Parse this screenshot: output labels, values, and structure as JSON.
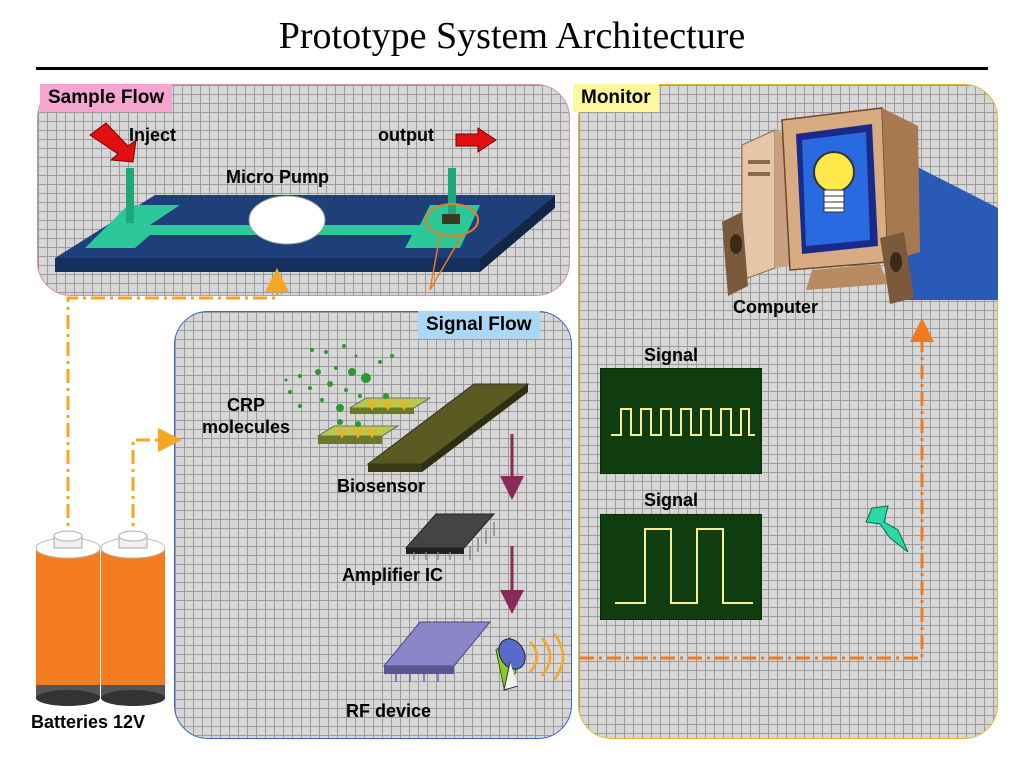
{
  "title": "Prototype System Architecture",
  "panels": {
    "sample_flow": "Sample Flow",
    "signal_flow": "Signal Flow",
    "monitor": "Monitor"
  },
  "labels": {
    "inject": "Inject",
    "output": "output",
    "micro_pump": "Micro Pump",
    "crp_line1": "CRP",
    "crp_line2": "molecules",
    "biosensor": "Biosensor",
    "amplifier": "Amplifier IC",
    "rf_device": "RF device",
    "batteries": "Batteries 12V",
    "computer": "Computer",
    "signal_top": "Signal",
    "signal_bottom": "Signal"
  },
  "colors": {
    "sample_label_bg": "#f4a6cf",
    "signal_label_bg": "#a8d8f5",
    "monitor_label_bg": "#fdf89e",
    "power_line": "#f5a623",
    "rf_line": "#f07a20",
    "scope_trace": "#f5ee9a",
    "battery": "#f57c20"
  }
}
